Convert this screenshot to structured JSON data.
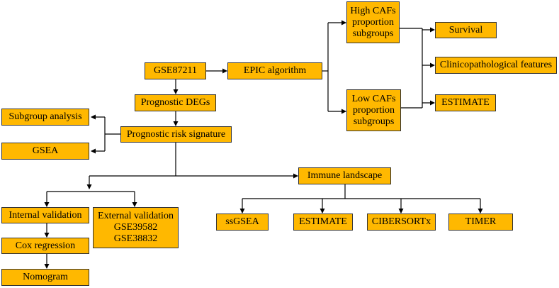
{
  "nodes": {
    "gse87211": "GSE87211",
    "epic": "EPIC algorithm",
    "high_cafs": [
      "High CAFs",
      "proportion",
      "subgroups"
    ],
    "low_cafs": [
      "Low CAFs",
      "proportion",
      "subgroups"
    ],
    "survival": "Survival",
    "clinicopathological": "Clinicopathological features",
    "estimate_top": "ESTIMATE",
    "prognostic_degs": "Prognostic DEGs",
    "subgroup_analysis": "Subgroup analysis",
    "risk_signature": "Prognostic risk signature",
    "gsea": "GSEA",
    "immune_landscape": "Immune landscape",
    "internal_validation": "Internal validation",
    "external_validation": [
      "External validation",
      "GSE39582",
      "GSE38832"
    ],
    "cox_regression": "Cox regression",
    "nomogram": "Nomogram",
    "ssgsea": "ssGSEA",
    "estimate_bottom": "ESTIMATE",
    "cibersortx": "CIBERSORTx",
    "timer": "TIMER"
  },
  "colors": {
    "box_fill": "#FFB800",
    "box_border": "#333333",
    "connector": "#000000"
  }
}
